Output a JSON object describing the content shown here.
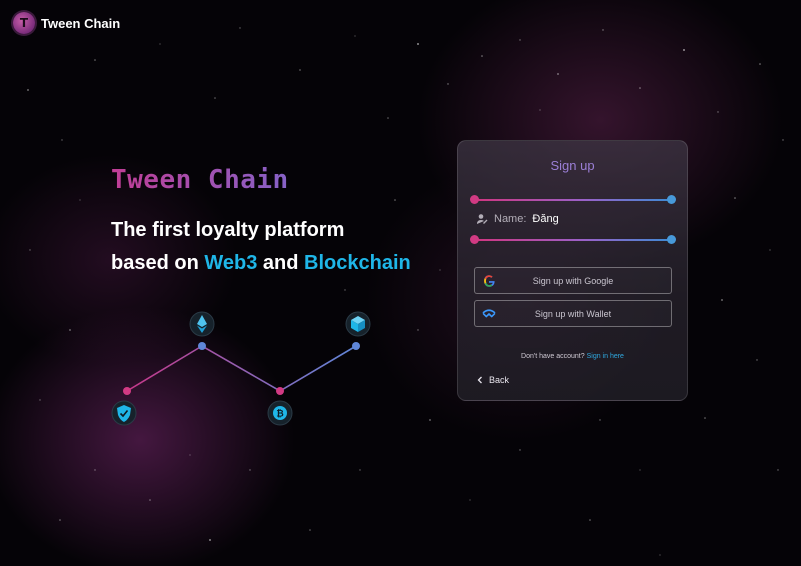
{
  "brand": {
    "logo_letter": "T",
    "name": "Tween Chain"
  },
  "hero": {
    "title": "Tween Chain",
    "line1": "The first loyalty platform",
    "line2_prefix": "based on ",
    "line2_highlight1": "Web3",
    "line2_mid": " and ",
    "line2_highlight2": "Blockchain"
  },
  "graph": {
    "nodes": [
      {
        "icon": "shield-check-icon"
      },
      {
        "icon": "ethereum-icon"
      },
      {
        "icon": "bitcoin-icon"
      },
      {
        "icon": "cube-icon"
      }
    ]
  },
  "signup": {
    "title": "Sign up",
    "name_label": "Name:",
    "name_value": "Đăng",
    "google_label": "Sign up with Google",
    "wallet_label": "Sign up with Wallet",
    "have_account_text": "Don't have account?",
    "signin_link": "Sign in here",
    "back_label": "Back"
  },
  "colors": {
    "accent_pink": "#c13d95",
    "accent_blue": "#1fb6e8",
    "link": "#2fa9e0"
  }
}
